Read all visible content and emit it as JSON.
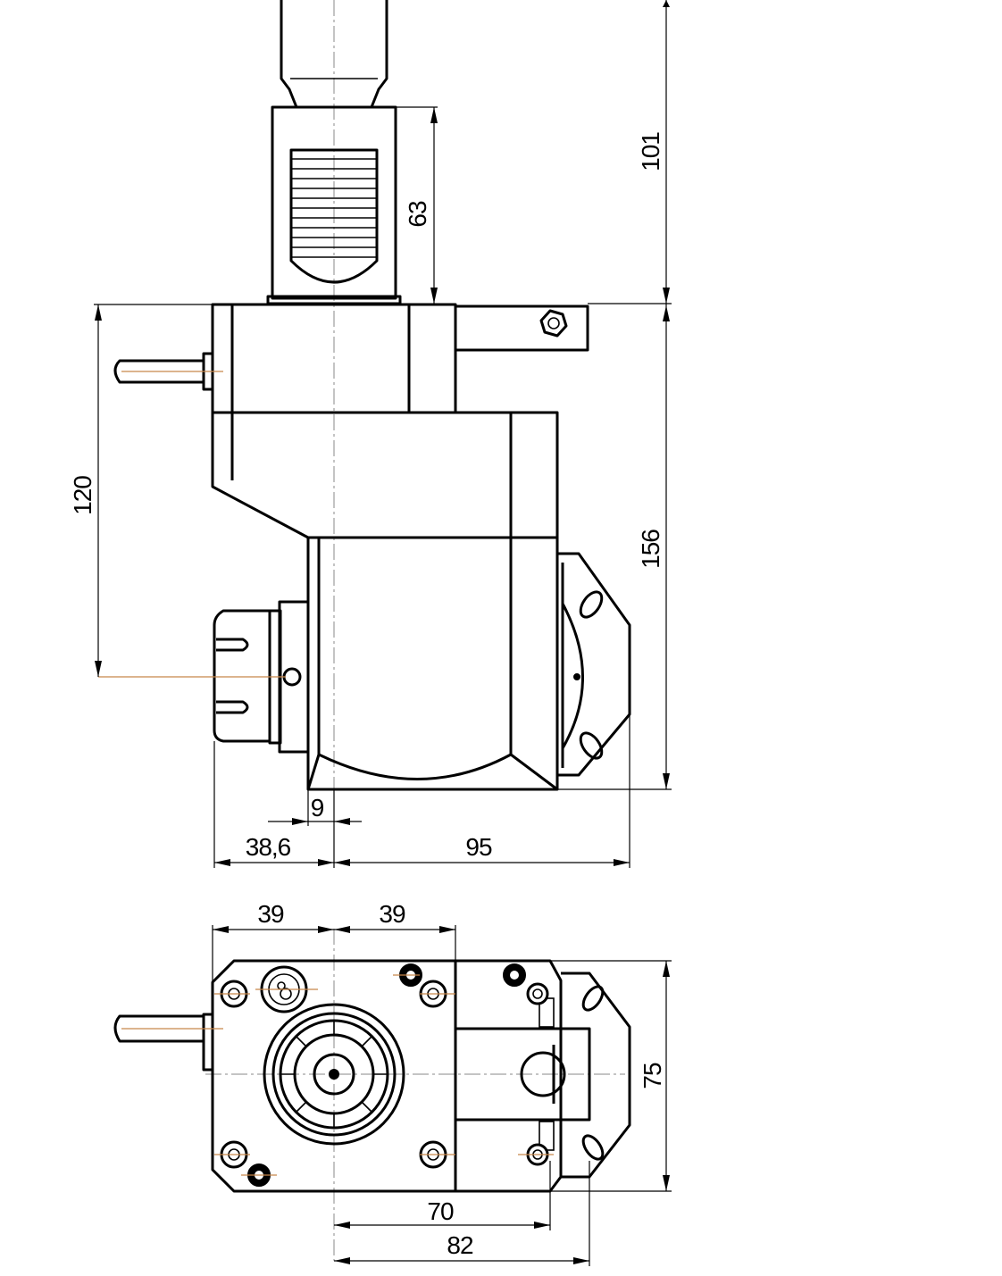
{
  "side_view": {
    "dims": {
      "shank_length": "63",
      "overall_upper": "101",
      "spindle_offset": "120",
      "body_height": "156",
      "collet_offset": "9",
      "left_extent": "38,6",
      "right_extent": "95"
    }
  },
  "top_view": {
    "dims": {
      "left_half": "39",
      "right_half": "39",
      "height": "75",
      "inner_width": "70",
      "outer_width": "82"
    }
  }
}
